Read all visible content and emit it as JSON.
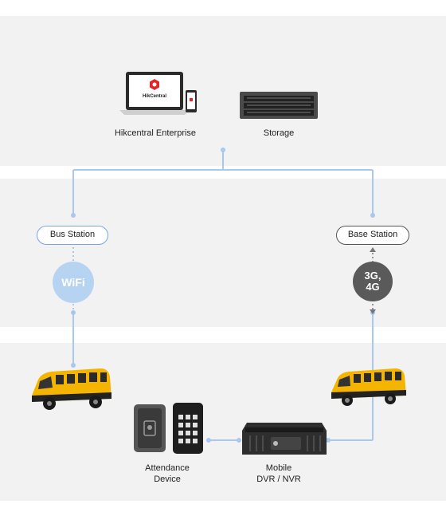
{
  "nodes": {
    "hikcentral": {
      "label": "Hikcentral Enterprise",
      "logo_text": "HikCentral"
    },
    "storage": {
      "label": "Storage"
    },
    "bus_station": {
      "label": "Bus Station"
    },
    "base_station": {
      "label": "Base  Station"
    },
    "wifi": {
      "label": "WiFi"
    },
    "cellular": {
      "label": "3G,\n4G"
    },
    "attendance": {
      "label": "Attendance\nDevice"
    },
    "mdvr": {
      "label": "Mobile\nDVR / NVR"
    }
  },
  "colors": {
    "link": "#a9c8ef",
    "wifi": "#b7d3f2",
    "cellular": "#5a5a5a",
    "band": "#f2f2f2",
    "bus": "#f4b400",
    "brand": "#e3262a"
  },
  "icons": [
    "laptop-icon",
    "tablet-icon",
    "storage-server-icon",
    "school-bus-icon",
    "card-reader-icon",
    "keypad-icon",
    "mobile-dvr-icon"
  ]
}
